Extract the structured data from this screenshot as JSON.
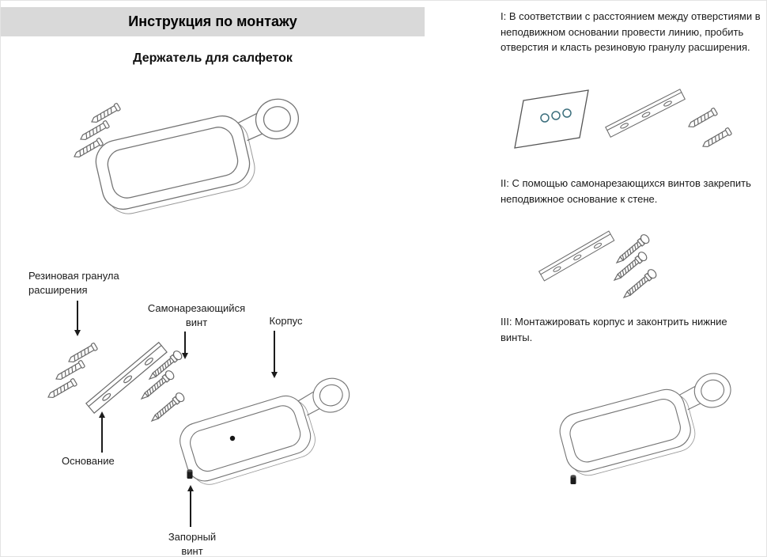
{
  "header": {
    "title": "Инструкция по монтажу",
    "subtitle": "Держатель для салфеток"
  },
  "exploded": {
    "labels": {
      "rubber_granule": "Резиновая гранула расширения",
      "self_tapping_screw": "Самонарезающийся винт",
      "body": "Корпус",
      "base": "Основание",
      "locking_screw": "Запорный винт"
    }
  },
  "steps": [
    {
      "num": "I",
      "text": "I: В соответствии с расстоянием между отверстиями в неподвижном основании провести линию, пробить отверстия и класть резиновую гранулу расширения."
    },
    {
      "num": "II",
      "text": "II: С помощью самонарезающихся винтов закрепить неподвижное основание к стене."
    },
    {
      "num": "III",
      "text": "III: Монтажировать корпус и законтрить нижние винты."
    }
  ],
  "colors": {
    "header_bg": "#d9d9d9",
    "line_art": "#6a6a6a",
    "text": "#1b1b1b",
    "drill_mark": "#3c6f7d"
  }
}
